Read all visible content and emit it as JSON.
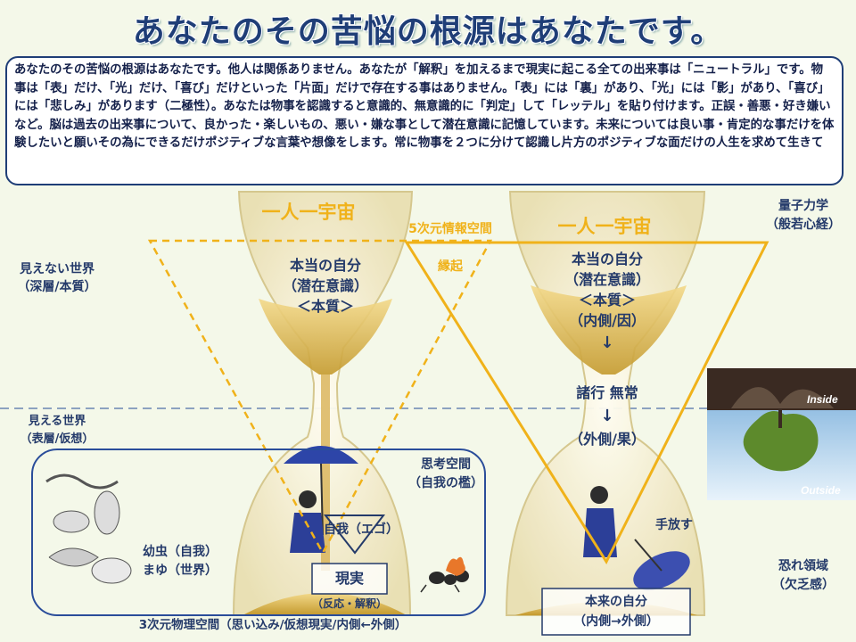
{
  "title": "あなたのその苦悩の根源はあなたです。",
  "intro": "あなたのその苦悩の根源はあなたです。他人は関係ありません。あなたが「解釈」を加えるまで現実に起こる全ての出来事は「ニュートラル」です。物事は「表」だけ、「光」だけ、「喜び」だけといった「片面」だけで存在する事はありません。「表」には「裏」があり、「光」には「影」があり、「喜び」には「悲しみ」があります（二極性）。あなたは物事を認識すると意識的、無意識的に「判定」して「レッテル」を貼り付けます。正誤・善悪・好き嫌いなど。脳は過去の出来事について、良かった・楽しいもの、悪い・嫌な事として潜在意識に記憶しています。未来については良い事・肯定的な事だけを体験したいと願いその為にできるだけポジティブな言葉や想像をします。常に物事を２つに分けて認識し片方のポジティブな面だけの人生を求めて生きて",
  "left": {
    "heading": "一人一宇宙",
    "invisible_world": "見えない世界",
    "invisible_world_sub": "（深層/本質）",
    "visible_world": "見える世界",
    "visible_world_sub": "（表層/仮想）",
    "true_self": "本当の自分",
    "subconscious": "（潜在意識）",
    "essence": "＜本質＞",
    "thought_space": "思考空間",
    "ego_cage": "（自我の檻）",
    "larva": "幼虫（自我）",
    "cocoon": "まゆ（世界）",
    "ego": "自我（エゴ）",
    "reality": "現実",
    "reaction": "（反応・解釈）",
    "physical_space": "3次元物理空間（思い込み/仮想現実/内側←外側）"
  },
  "center": {
    "info_space": "5次元情報空間",
    "engi": "縁起"
  },
  "right": {
    "heading": "一人一宇宙",
    "true_self": "本当の自分",
    "subconscious": "（潜在意識）",
    "essence": "＜本質＞",
    "inner_cause": "（内側/因）",
    "arrow1": "↓",
    "impermanence": "諸行 無常",
    "arrow2": "↓",
    "outer_effect": "（外側/果）",
    "let_go": "手放す",
    "original_self": "本来の自分",
    "inner_outer": "（内側→外側）",
    "quantum": "量子力学",
    "heart_sutra": "（般若心経）",
    "fear_zone": "恐れ領域",
    "scarcity": "（欠乏感）",
    "inside": "Inside",
    "outside": "Outside"
  },
  "colors": {
    "title": "#1f3e77",
    "gold": "#e8b21a",
    "text": "#243a6a",
    "arrow_red": "#d8232a"
  }
}
